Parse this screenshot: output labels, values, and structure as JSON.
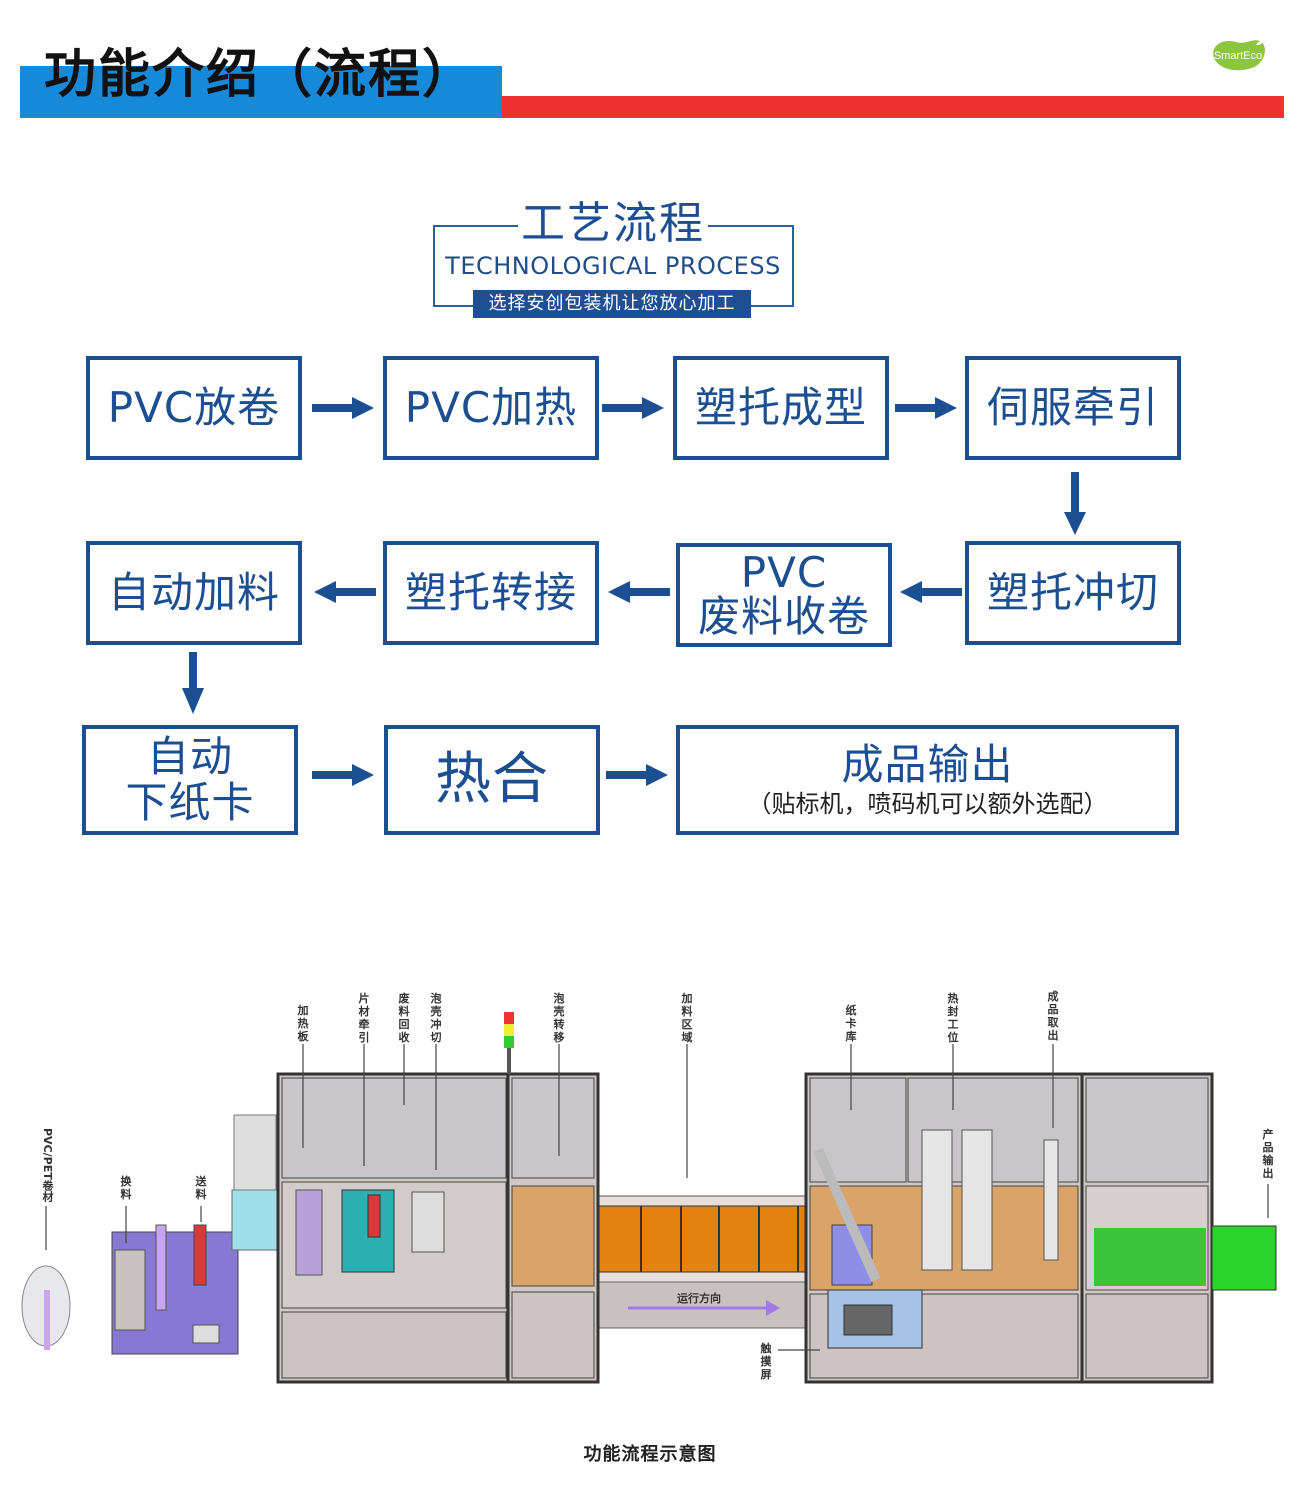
{
  "header": {
    "title": "功能介绍（流程）",
    "logo_text": "SmartEco",
    "colors": {
      "blue": "#1689d8",
      "red": "#ef3133",
      "logo_green": "#8cc63f"
    }
  },
  "process_header": {
    "title_cn": "工艺流程",
    "title_en": "TECHNOLOGICAL PROCESS",
    "slogan": "选择安创包装机让您放心加工"
  },
  "flow": {
    "accent_color": "#1c4f92",
    "steps": [
      {
        "id": 1,
        "label": "PVC放卷"
      },
      {
        "id": 2,
        "label": "PVC加热"
      },
      {
        "id": 3,
        "label": "塑托成型"
      },
      {
        "id": 4,
        "label": "伺服牵引"
      },
      {
        "id": 5,
        "label": "塑托冲切"
      },
      {
        "id": 6,
        "label_line1": "PVC",
        "label_line2": "废料收卷"
      },
      {
        "id": 7,
        "label": "塑托转接"
      },
      {
        "id": 8,
        "label": "自动加料"
      },
      {
        "id": 9,
        "label_line1": "自动",
        "label_line2": "下纸卡"
      },
      {
        "id": 10,
        "label": "热合"
      },
      {
        "id": 11,
        "label": "成品输出",
        "note": "（贴标机，喷码机可以额外选配）"
      }
    ]
  },
  "machine": {
    "labels": {
      "pvc_pet_roll": "PVC/PET卷材",
      "change_material": "换料",
      "feed": "送料",
      "heating_plate": "加热板",
      "sheet_traction": "片材牵引",
      "waste_recovery": "废料回收",
      "blister_punch": "泡壳冲切",
      "blister_transfer": "泡壳转移",
      "feeding_area": "加料区域",
      "card_magazine": "纸卡库",
      "heat_seal_station": "热封工位",
      "product_pickup": "成品取出",
      "product_output": "产品输出",
      "run_direction": "运行方向",
      "touch_screen": "触摸屏"
    },
    "caption": "功能流程示意图"
  }
}
